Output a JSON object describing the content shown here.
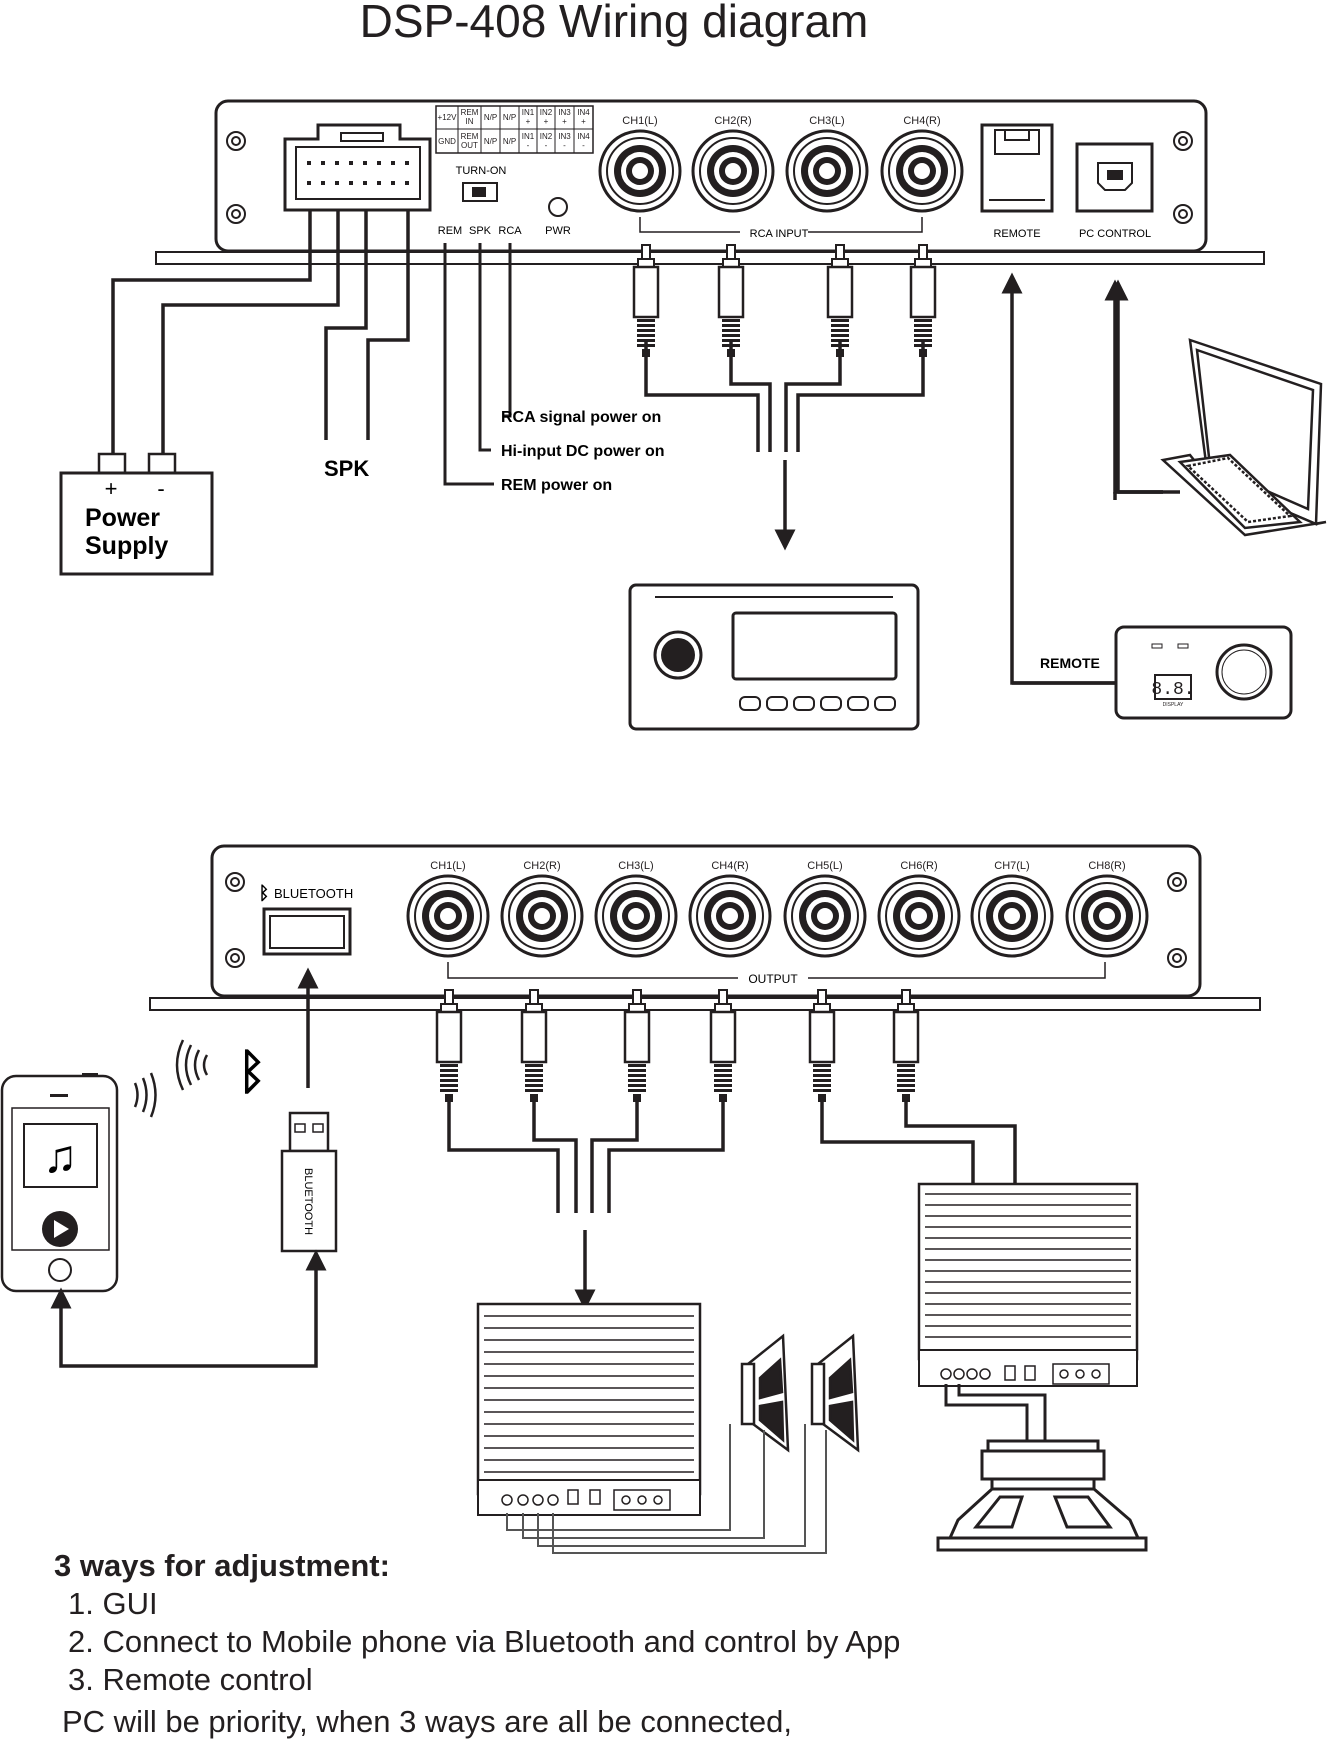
{
  "title": "DSP-408 Wiring diagram",
  "top_unit": {
    "terminal_block": {
      "row1": [
        "+12V",
        "REM IN",
        "N/P",
        "N/P",
        "IN1 +",
        "IN2 +",
        "IN3 +",
        "IN4 +"
      ],
      "row2": [
        "GND",
        "REM OUT",
        "N/P",
        "N/P",
        "IN1 -",
        "IN2 -",
        "IN3 -",
        "IN4 -"
      ]
    },
    "turn_on_label": "TURN-ON",
    "switch_labels": [
      "REM",
      "SPK",
      "RCA"
    ],
    "pwr_label": "PWR",
    "channels": [
      "CH1(L)",
      "CH2(R)",
      "CH3(L)",
      "CH4(R)"
    ],
    "rca_input_label": "RCA INPUT",
    "remote_label": "REMOTE",
    "pc_control_label": "PC CONTROL"
  },
  "callouts": {
    "rca_signal": "RCA signal power on",
    "hi_input": "Hi-input DC power on",
    "rem": "REM power on",
    "spk": "SPK",
    "power_plus": "+",
    "power_minus": "-",
    "power_supply": [
      "Power",
      "Supply"
    ],
    "remote": "REMOTE"
  },
  "remote_panel": {
    "display": "8.8.",
    "display_label": "DISPLAY"
  },
  "bottom_unit": {
    "bluetooth_label": "BLUETOOTH",
    "channels": [
      "CH1(L)",
      "CH2(R)",
      "CH3(L)",
      "CH4(R)",
      "CH5(L)",
      "CH6(R)",
      "CH7(L)",
      "CH8(R)"
    ],
    "output_label": "OUTPUT"
  },
  "dongle_label": "BLUETOOTH",
  "bottom_text": {
    "heading": "3 ways for adjustment:",
    "items": [
      "1. GUI",
      "2. Connect to Mobile phone via Bluetooth and control by App",
      "3. Remote control"
    ],
    "note": "PC will be priority, when 3 ways are all be connected,"
  }
}
